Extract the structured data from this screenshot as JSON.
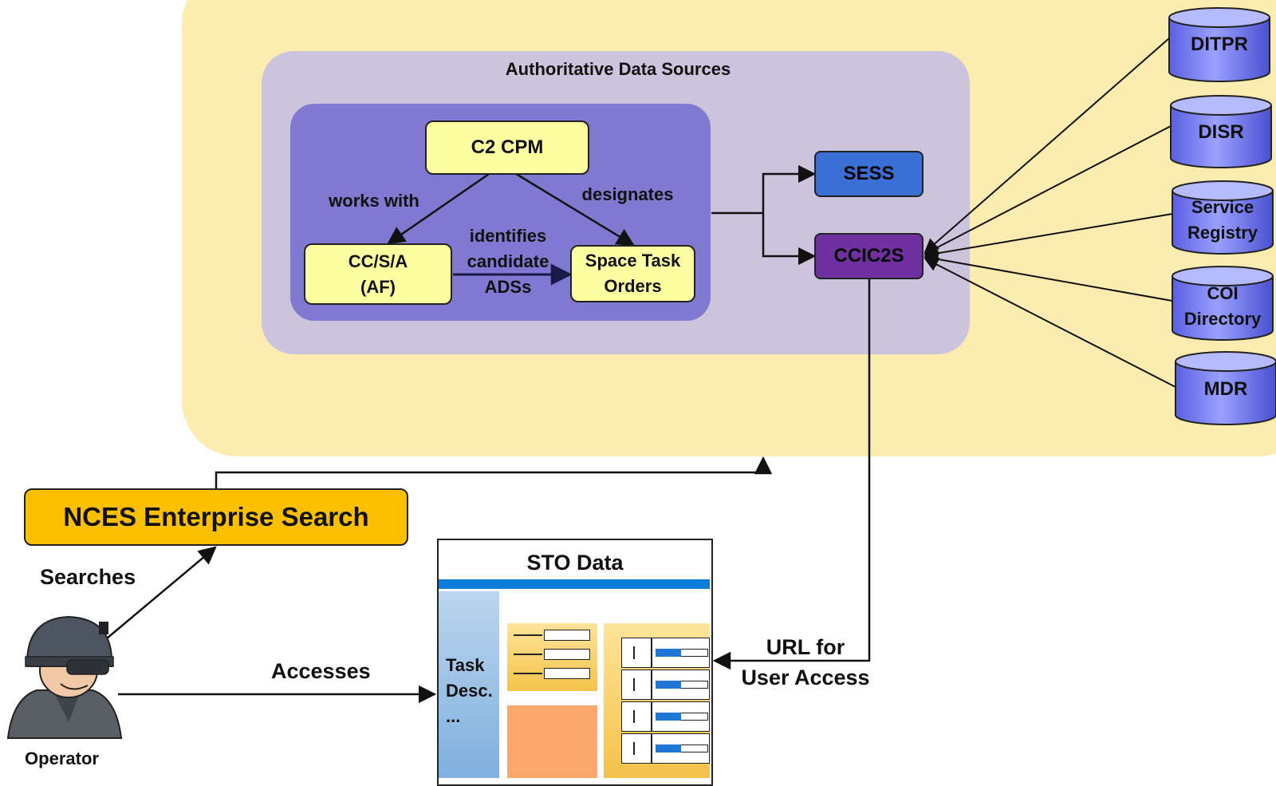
{
  "ads": {
    "title": "Authoritative Data Sources",
    "c2cpm": "C2 CPM",
    "ccsa_line1": "CC/S/A",
    "ccsa_line2": "(AF)",
    "sto_line1": "Space Task",
    "sto_line2": "Orders",
    "works_with": "works with",
    "designates": "designates",
    "identifies_line1": "identifies",
    "identifies_line2": "candidate",
    "identifies_line3": "ADSs"
  },
  "services": {
    "sess": "SESS",
    "ccic2s": "CCIC2S"
  },
  "databases": {
    "ditpr": "DITPR",
    "disr": "DISR",
    "service_registry_line1": "Service",
    "service_registry_line2": "Registry",
    "coi_line1": "COI",
    "coi_line2": "Directory",
    "mdr": "MDR"
  },
  "nces": "NCES Enterprise Search",
  "searches": "Searches",
  "accesses": "Accesses",
  "operator": "Operator",
  "url_line1": "URL for",
  "url_line2": "User Access",
  "sto_data": {
    "title": "STO Data",
    "task_line1": "Task",
    "task_line2": "Desc.",
    "task_line3": "..."
  },
  "colors": {
    "outer_panel": "#fdecb0",
    "ads_panel": "#ccc4dc",
    "inner_panel": "#8079d1",
    "box_yellow": "#feffa0",
    "sess": "#3a6fd6",
    "ccic2s": "#7030a0",
    "nces": "#fcc000",
    "database": "#7b83f0"
  }
}
